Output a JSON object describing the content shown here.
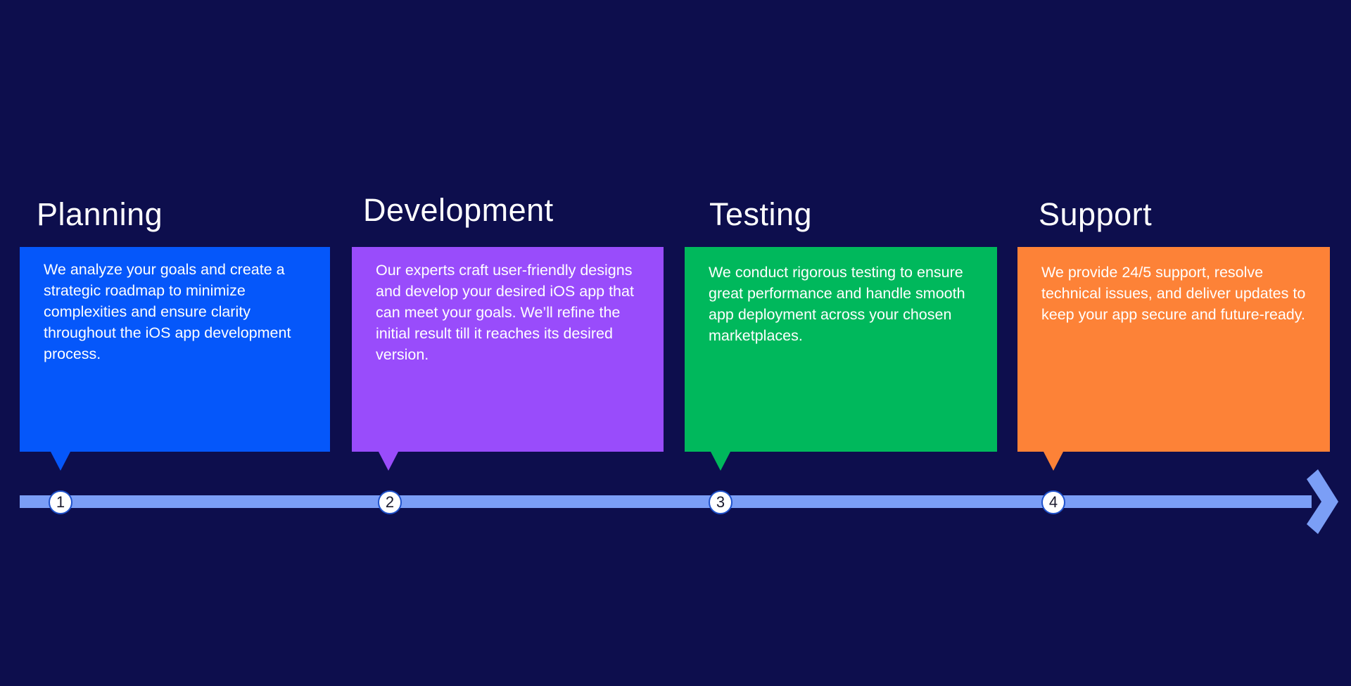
{
  "colors": {
    "background": "#0d0e4d",
    "timeline": "#7b9ef6",
    "badge_border": "#1f52cc"
  },
  "stages": [
    {
      "number": "1",
      "title": "Planning",
      "description": "We analyze your goals and create a strategic roadmap to minimize complexities and ensure clarity throughout the iOS app development process.",
      "color": "#0557fa"
    },
    {
      "number": "2",
      "title": "Development",
      "description": "Our experts craft user-friendly designs and develop your desired iOS app that can meet your goals. We’ll refine the initial result till it reaches its desired version.",
      "color": "#994cfb"
    },
    {
      "number": "3",
      "title": "Testing",
      "description": "We conduct rigorous testing to ensure great performance and handle smooth app deployment across your chosen marketplaces.",
      "color": "#00b85c"
    },
    {
      "number": "4",
      "title": "Support",
      "description": "We provide 24/5 support, resolve technical issues, and deliver updates to keep your app secure and future-ready.",
      "color": "#fd8237"
    }
  ]
}
